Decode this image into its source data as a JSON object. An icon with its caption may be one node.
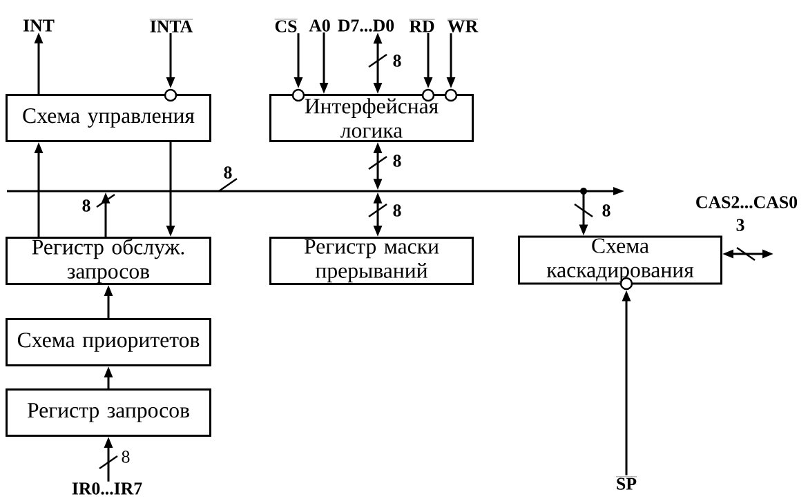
{
  "diagram": {
    "nodes": [
      {
        "text": [
          "Схема управления"
        ]
      },
      {
        "text": [
          "Интерфейсная логика"
        ]
      },
      {
        "text": [
          "Регистр обслуж. запросов"
        ]
      },
      {
        "text": [
          "Регистр маски прерываний"
        ]
      },
      {
        "text": [
          "Схема каскадирования"
        ]
      },
      {
        "text": [
          "Схема приоритетов"
        ]
      },
      {
        "text": [
          "Регистр запросов"
        ]
      },
      {
        "text": [
          "INT"
        ]
      },
      {
        "text": [
          "INTA"
        ]
      },
      {
        "text": [
          "CS"
        ]
      },
      {
        "text": [
          "A0"
        ]
      },
      {
        "text": [
          "D7...D0"
        ]
      },
      {
        "text": [
          "RD"
        ]
      },
      {
        "text": [
          "WR"
        ]
      },
      {
        "text": [
          "IR0...IR7"
        ]
      },
      {
        "text": [
          "SP"
        ]
      },
      {
        "text": [],
        "shape": "bar"
      }
    ],
    "edges": [
      {
        "from": 0,
        "to": 7,
        "arrow": "to"
      },
      {
        "from": 8,
        "to": 0,
        "arrow": "to"
      },
      {
        "from": 9,
        "to": 1,
        "arrow": "to"
      },
      {
        "from": 10,
        "to": 1,
        "arrow": "to"
      },
      {
        "from": 11,
        "to": 1,
        "arrow": "both",
        "label": "8"
      },
      {
        "from": 12,
        "to": 1,
        "arrow": "to"
      },
      {
        "from": 13,
        "to": 1,
        "arrow": "to"
      },
      {
        "from": 1,
        "to": 16,
        "arrow": "both",
        "label": "8"
      },
      {
        "from": 2,
        "to": 0,
        "arrow": "to"
      },
      {
        "from": 0,
        "to": 2,
        "arrow": "to"
      },
      {
        "from": 2,
        "to": 16,
        "arrow": "to",
        "label": "8"
      },
      {
        "from": 16,
        "to": 3,
        "arrow": "both",
        "label": "8"
      },
      {
        "from": 16,
        "to": 4,
        "arrow": "to",
        "label": "8"
      },
      {
        "from": 4,
        "to": null,
        "arrow": "both",
        "label": "3"
      },
      {
        "from": 5,
        "to": 2,
        "arrow": "to"
      },
      {
        "from": 6,
        "to": 5,
        "arrow": "to"
      },
      {
        "from": 14,
        "to": 6,
        "arrow": "to",
        "label": "8"
      },
      {
        "from": 15,
        "to": 4,
        "arrow": "to"
      }
    ],
    "labels": [
      "8",
      "CAS2...CAS0"
    ]
  }
}
